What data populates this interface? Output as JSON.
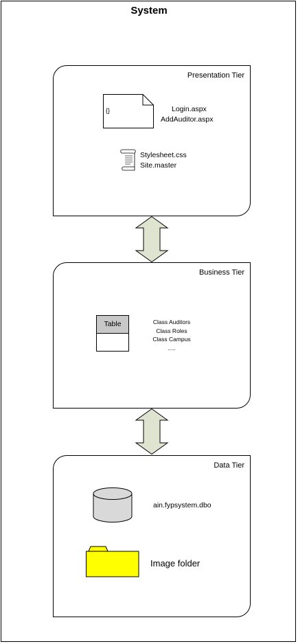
{
  "system": {
    "title": "System"
  },
  "presentation": {
    "title": "Presentation Tier",
    "code_file_icon_text": "{}",
    "files": [
      "Login.aspx",
      "AddAuditor.aspx"
    ],
    "styles": [
      "Stylesheet.css",
      "Site.master"
    ]
  },
  "business": {
    "title": "Business Tier",
    "table_label": "Table",
    "classes": [
      "Class Auditors",
      "Class Roles",
      "Class Campus",
      "....."
    ]
  },
  "data": {
    "title": "Data Tier",
    "database": "ain.fypsystem.dbo",
    "image_folder": "Image folder"
  },
  "colors": {
    "arrow_fill": "#dfe4d0",
    "folder_fill": "#ffff00",
    "database_fill": "#d9d9d9",
    "table_header_fill": "#c8c8c8"
  }
}
